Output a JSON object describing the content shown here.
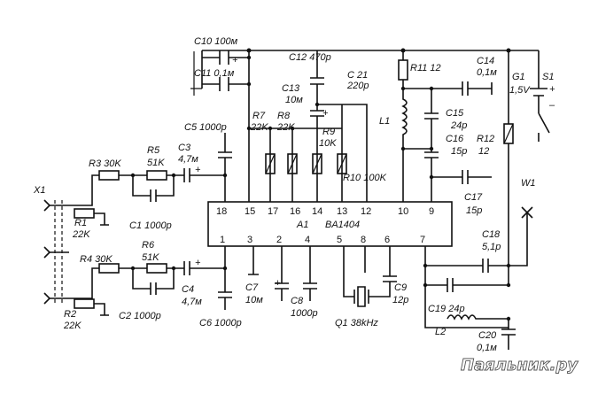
{
  "chip": {
    "ref": "A1",
    "part": "BA1404"
  },
  "pins": {
    "p18": "18",
    "p15": "15",
    "p17": "17",
    "p16": "16",
    "p14": "14",
    "p13": "13",
    "p12": "12",
    "p10": "10",
    "p9": "9",
    "p1": "1",
    "p3": "3",
    "p2": "2",
    "p4": "4",
    "p5": "5",
    "p8": "8",
    "p6": "6",
    "p7": "7"
  },
  "labels": {
    "C10": "C10 100м",
    "C11": "C11 0,1м",
    "C12": "C12 470p",
    "C21": "C 21",
    "C21v": "220p",
    "R11": "R11 12",
    "C14": "C14",
    "C14v": "0,1м",
    "G1": "G1",
    "G1v": "1,5V",
    "S1": "S1",
    "C13": "C13",
    "C13v": "10м",
    "C15": "C15",
    "C15v": "24p",
    "C16": "C16",
    "C16v": "15p",
    "L1": "L1",
    "R12": "R12",
    "R12v": "12",
    "C5": "C5 1000p",
    "R7": "R7",
    "R7v": "22K",
    "R8": "R8",
    "R8v": "22K",
    "R9": "R9",
    "R9v": "10K",
    "R10": "R10 100K",
    "C3": "C3",
    "C3v": "4,7м",
    "R3": "R3 30K",
    "R5": "R5",
    "R5v": "51K",
    "C1": "C1 1000p",
    "X1": "X1",
    "R1": "R1",
    "R1v": "22K",
    "C17": "C17",
    "C17v": "15p",
    "W1": "W1",
    "R4": "R4 30K",
    "R6": "R6",
    "R6v": "51K",
    "C4": "C4",
    "C4v": "4,7м",
    "C2": "C2 1000p",
    "R2": "R2",
    "R2v": "22K",
    "C7": "C7",
    "C7v": "10м",
    "C8": "C8",
    "C8v": "1000p",
    "C6": "C6 1000p",
    "Q1": "Q1 38kHz",
    "C9": "C9",
    "C9v": "12p",
    "C18": "C18",
    "C18v": "5,1p",
    "C19": "C19 24p",
    "L2": "L2",
    "C20": "C20",
    "C20v": "0,1м",
    "plus": "+",
    "minus": "–"
  },
  "watermark": "Паяльник.ру"
}
